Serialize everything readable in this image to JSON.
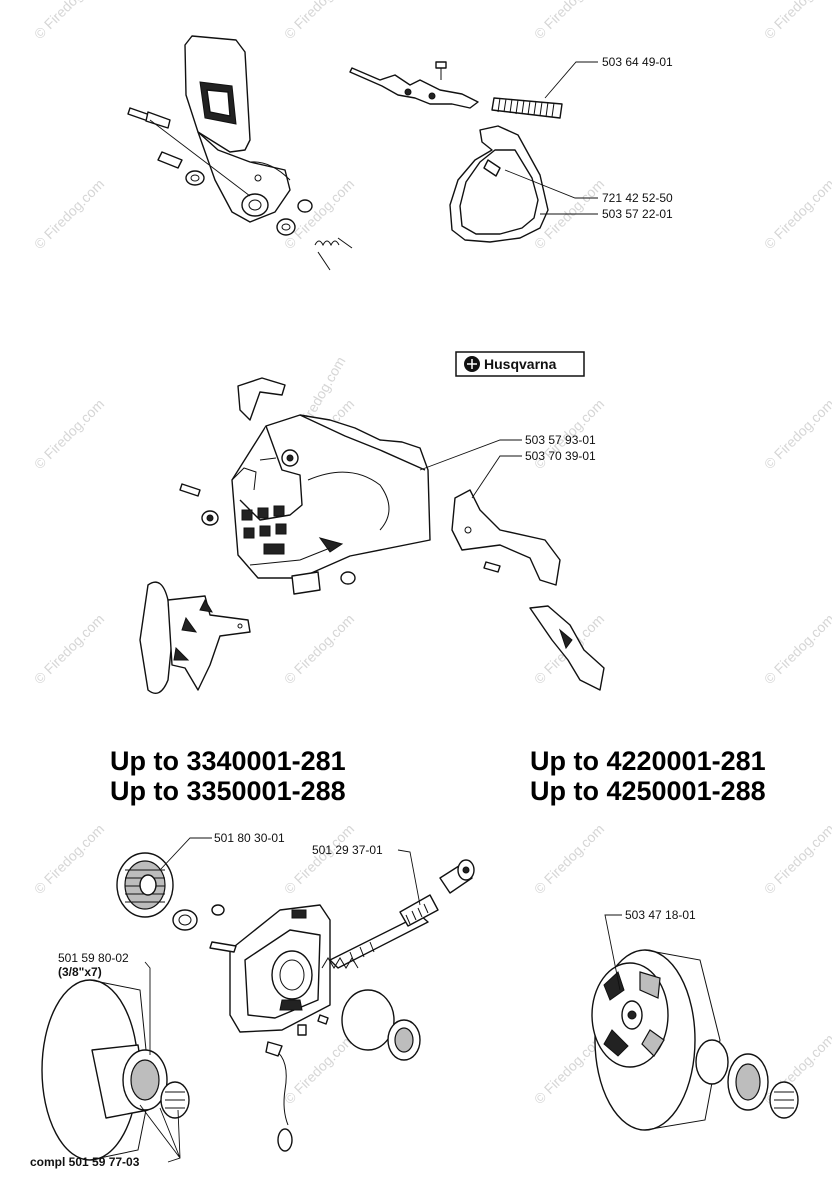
{
  "watermark": {
    "text": "© Firedog.com"
  },
  "brand": {
    "logo_text": "Husqvarna"
  },
  "headings": {
    "left_line1": "Up to 3340001-281",
    "left_line2": "Up to 3350001-288",
    "right_line1": "Up to 4220001-281",
    "right_line2": "Up to 4250001-288"
  },
  "part_labels": {
    "p1": "503 64 49-01",
    "p2": "721 42 52-50",
    "p3": "503 57 22-01",
    "p4": "503 57 93-01",
    "p5": "503 70 39-01",
    "p6": "501 80 30-01",
    "p7": "501 29 37-01",
    "p8": "501 59 80-02",
    "p8_note": "(3/8\"x7)",
    "p9": "503 47 18-01",
    "p10": "compl 501 59 77-03"
  }
}
